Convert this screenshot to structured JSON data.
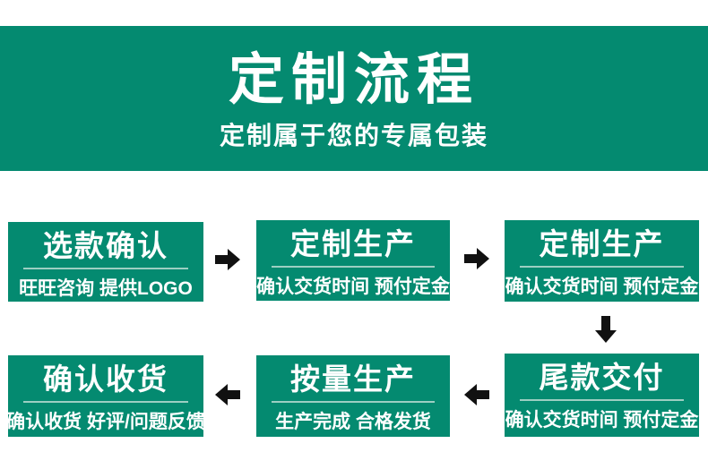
{
  "banner": {
    "title": "定制流程",
    "subtitle": "定制属于您的专属包装"
  },
  "flow": {
    "steps": [
      {
        "title": "选款确认",
        "subtitle": "旺旺咨询 提供LOGO"
      },
      {
        "title": "定制生产",
        "subtitle": "确认交货时间 预付定金"
      },
      {
        "title": "定制生产",
        "subtitle": "确认交货时间 预付定金"
      },
      {
        "title": "尾款交付",
        "subtitle": "确认交货时间 预付定金"
      },
      {
        "title": "按量生产",
        "subtitle": "生产完成 合格发货"
      },
      {
        "title": "确认收货",
        "subtitle": "确认收货 好评/问题反馈"
      }
    ],
    "arrow_icons": [
      "arrow-right-icon",
      "arrow-right-icon",
      "arrow-down-icon",
      "arrow-left-icon",
      "arrow-left-icon"
    ]
  },
  "colors": {
    "brand_green": "#048A70",
    "divider": "#9CCFC2",
    "arrow_black": "#111111",
    "text_white": "#FFFFFF",
    "page_background": "#FFFFFF"
  }
}
